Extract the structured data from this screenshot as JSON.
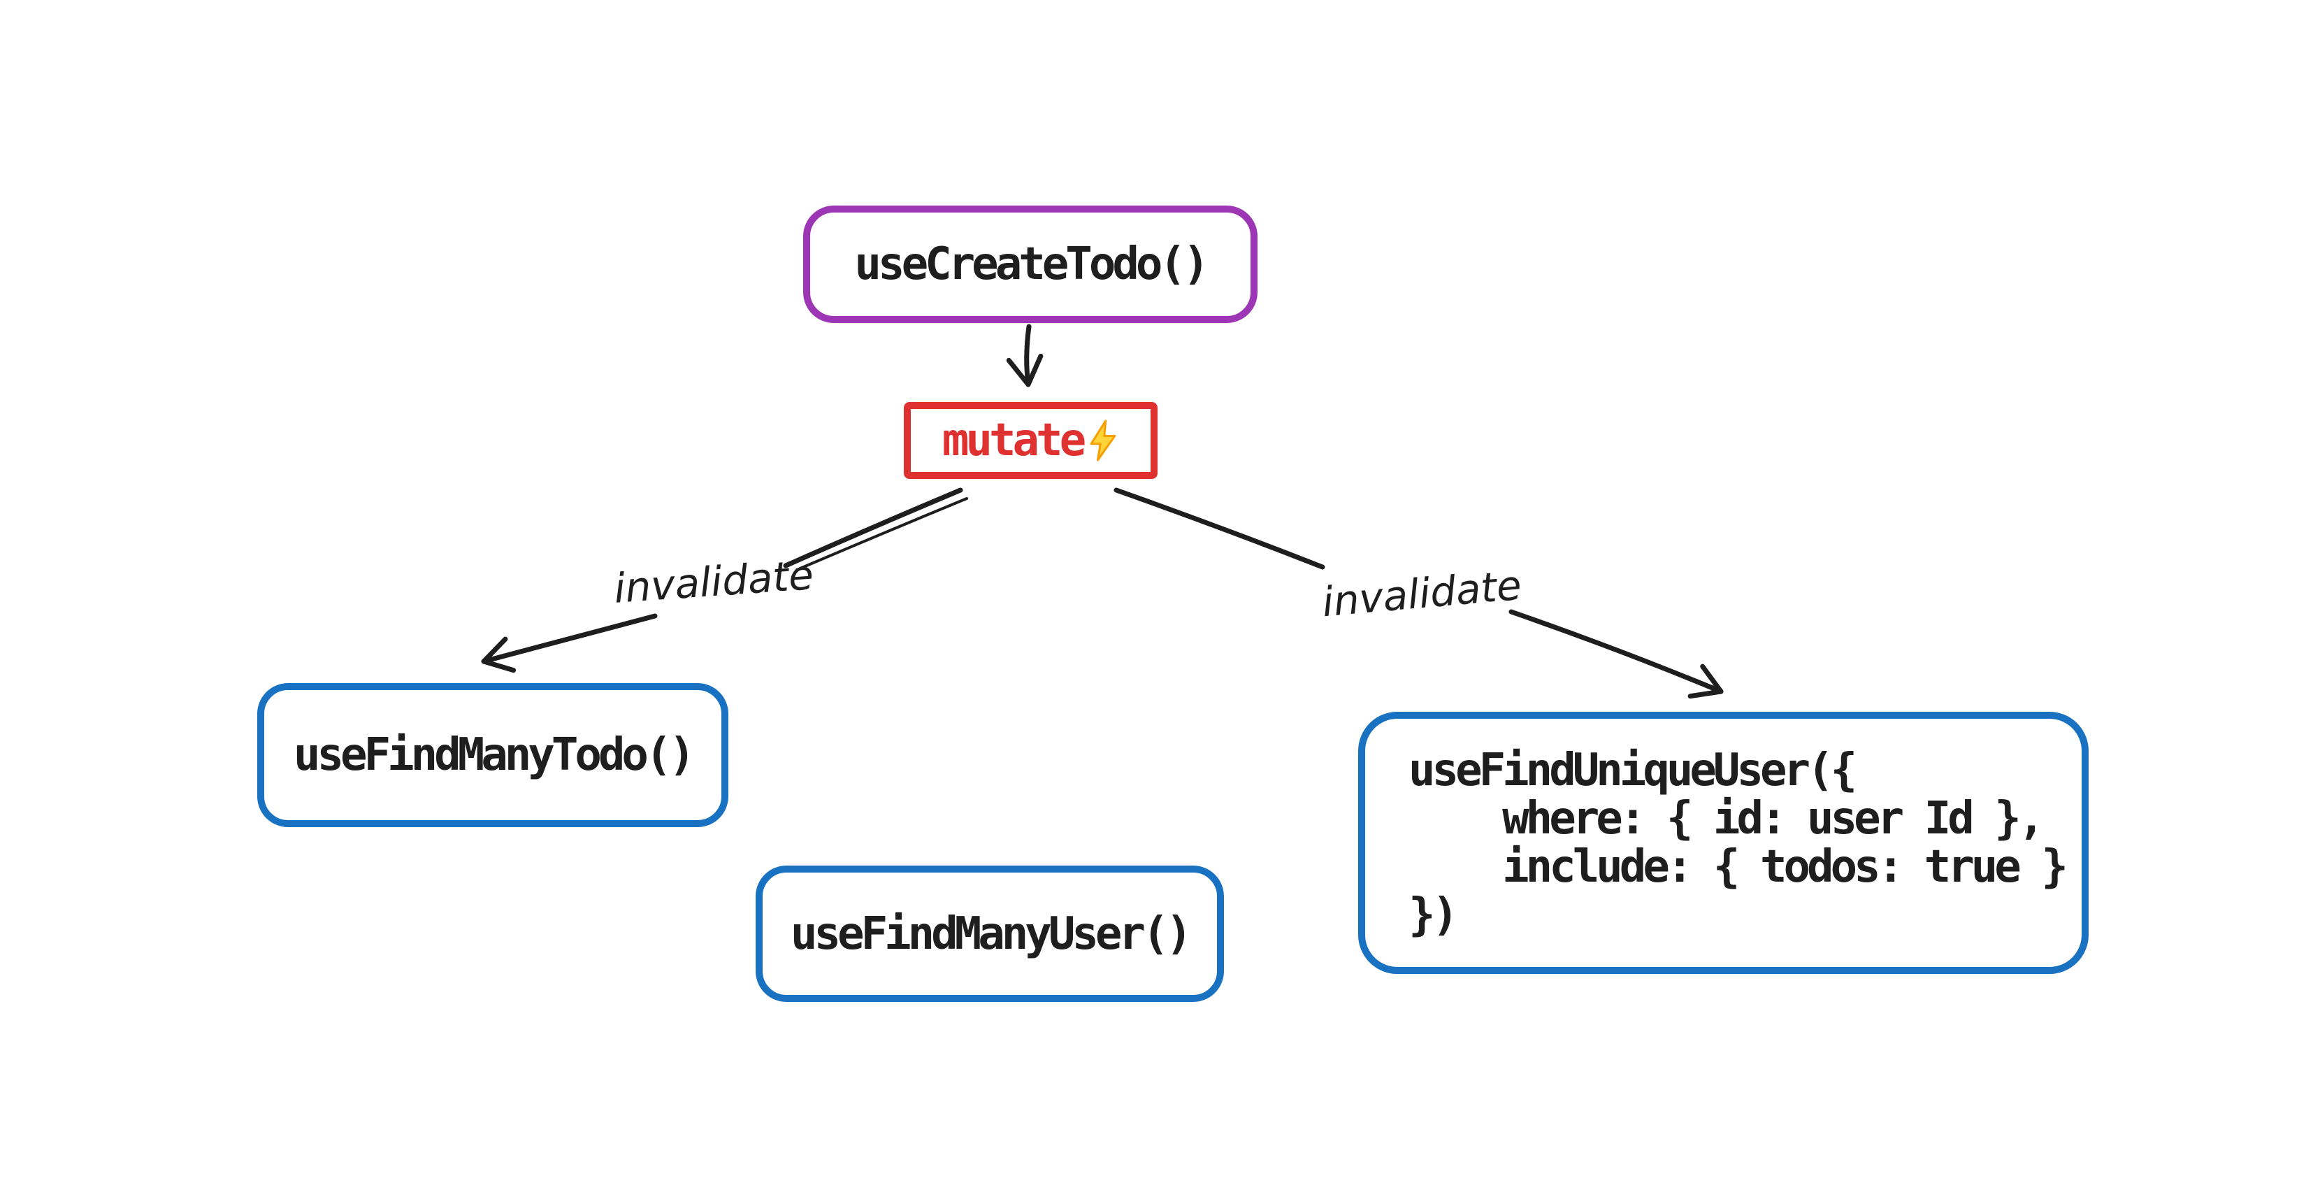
{
  "diagram": {
    "type": "flow-diagram",
    "background_color": "#ffffff",
    "nodes": {
      "create_todo": {
        "label": "useCreateTodo()",
        "border_color": "#9c36b5",
        "text_color": "#1e1e1e"
      },
      "mutate": {
        "label": "mutate",
        "icon": "lightning-bolt-emoji",
        "border_color": "#e03131",
        "text_color": "#e03131"
      },
      "find_many_todo": {
        "label": "useFindManyTodo()",
        "border_color": "#1971c2",
        "text_color": "#1e1e1e"
      },
      "find_many_user": {
        "label": "useFindManyUser()",
        "border_color": "#1971c2",
        "text_color": "#1e1e1e"
      },
      "find_unique_user": {
        "border_color": "#1971c2",
        "text_color": "#1e1e1e",
        "code_lines": [
          "useFindUniqueUser({",
          "    where: { id: user Id },",
          "    include: { todos: true }",
          "})"
        ]
      }
    },
    "edges": [
      {
        "from": "create_todo",
        "to": "mutate",
        "label": ""
      },
      {
        "from": "mutate",
        "to": "find_many_todo",
        "label": "invalidate"
      },
      {
        "from": "mutate",
        "to": "find_unique_user",
        "label": "invalidate"
      }
    ],
    "colors": {
      "arrow_stroke": "#1e1e1e",
      "purple": "#9c36b5",
      "red": "#e03131",
      "blue": "#1971c2",
      "bolt_fill": "#ffd43b",
      "bolt_stroke": "#f59f00"
    }
  }
}
